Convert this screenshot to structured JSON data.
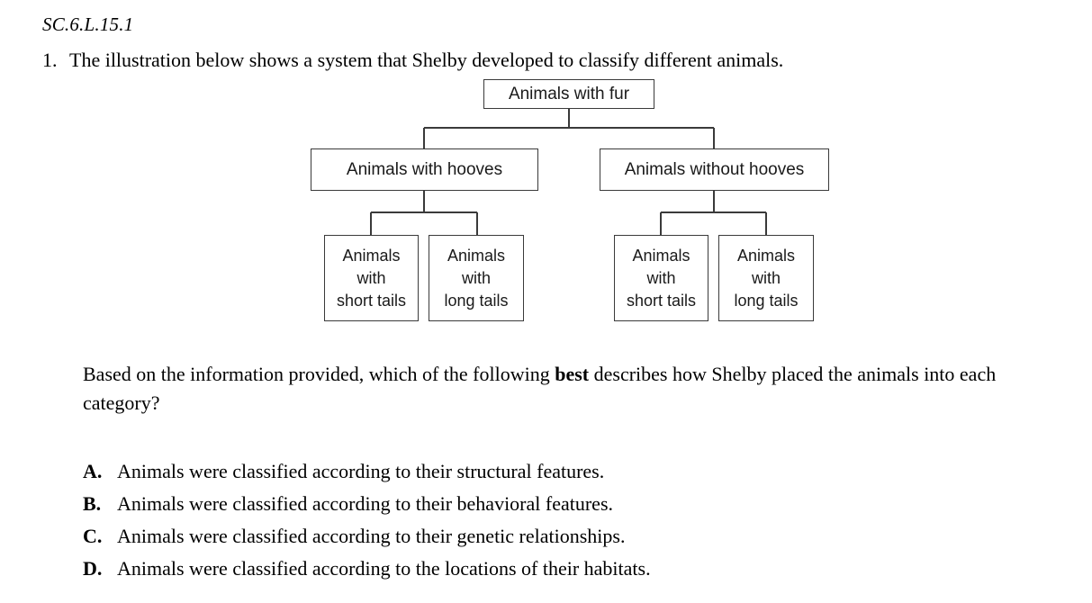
{
  "standard_code": "SC.6.L.15.1",
  "question": {
    "number": "1.",
    "stem": "The illustration below shows a system that Shelby developed to classify different animals."
  },
  "diagram": {
    "name": "animal-classification-tree",
    "root": {
      "label": "Animals with fur"
    },
    "level2": [
      {
        "label": "Animals with hooves"
      },
      {
        "label": "Animals without hooves"
      }
    ],
    "leaves": [
      {
        "label": "Animals\nwith\nshort tails"
      },
      {
        "label": "Animals\nwith\nlong tails"
      },
      {
        "label": "Animals\nwith\nshort tails"
      },
      {
        "label": "Animals\nwith\nlong tails"
      }
    ],
    "line_color": "#3a3a3a",
    "box_fill": "#ffffff"
  },
  "prompt": {
    "before_bold": "Based on the information provided, which of the following ",
    "bold": "best",
    "after_bold": " describes how Shelby placed the animals into each category?"
  },
  "choices": [
    {
      "letter": "A.",
      "text": "Animals were classified according to their structural features."
    },
    {
      "letter": "B.",
      "text": "Animals were classified according to their behavioral features."
    },
    {
      "letter": "C.",
      "text": "Animals were classified according to their genetic relationships."
    },
    {
      "letter": "D.",
      "text": "Animals were classified according to the locations of their habitats."
    }
  ]
}
